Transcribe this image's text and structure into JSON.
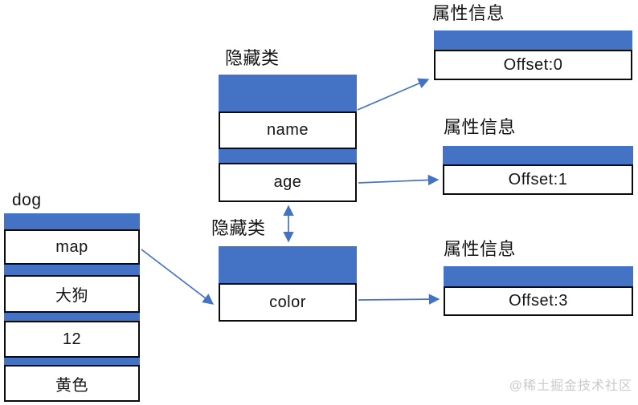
{
  "colors": {
    "box_blue": "#4472C4",
    "arrow_blue": "#4472C4",
    "border_black": "#0b0b0b",
    "watermark_gray": "#c9c9c9"
  },
  "dog_object": {
    "title": "dog",
    "map_row": "map",
    "name_value": "大狗",
    "age_value": "12",
    "color_value": "黄色"
  },
  "hidden_class_top": {
    "title": "隐藏类",
    "property_1": "name",
    "property_2": "age"
  },
  "hidden_class_bottom": {
    "title": "隐藏类",
    "property_1": "color"
  },
  "attr_info_offset0": {
    "title": "属性信息",
    "value": "Offset:0"
  },
  "attr_info_offset1": {
    "title": "属性信息",
    "value": "Offset:1"
  },
  "attr_info_offset3": {
    "title": "属性信息",
    "value": "Offset:3"
  },
  "watermark": "@稀土掘金技术社区"
}
